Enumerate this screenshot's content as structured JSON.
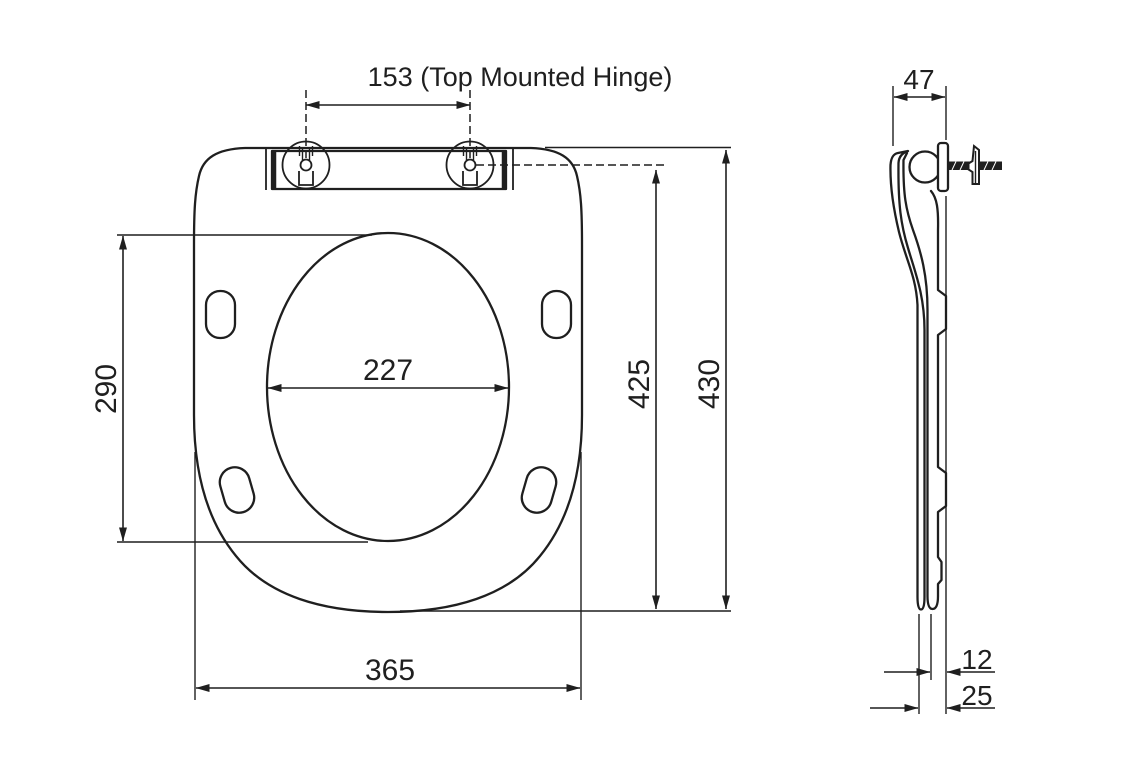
{
  "front_view": {
    "hinge_spacing_label": "153 (Top Mounted Hinge)",
    "bowl_opening_width": "227",
    "bowl_opening_length": "290",
    "length_hinge_to_front": "425",
    "overall_length": "430",
    "overall_width": "365"
  },
  "side_view": {
    "hinge_section_depth": "47",
    "seat_thickness": "12",
    "overall_thickness": "25"
  },
  "style": {
    "line_color": "#1f1f1f",
    "background_color": "#ffffff"
  }
}
